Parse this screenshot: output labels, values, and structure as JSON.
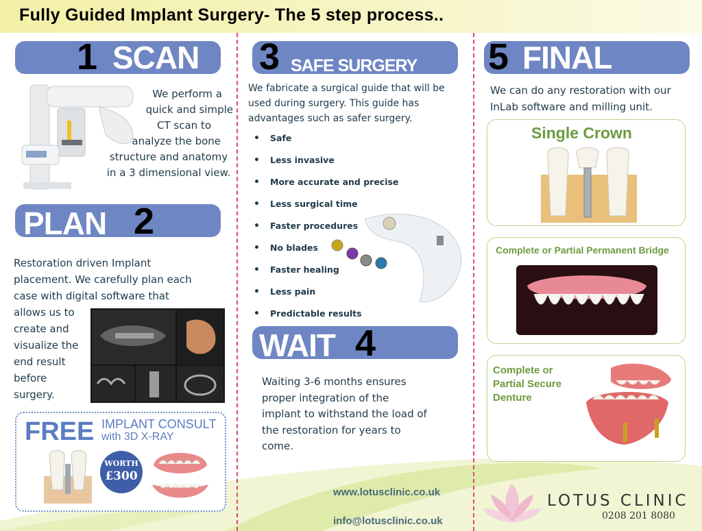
{
  "title": "Fully Guided Implant Surgery- The 5 step process..",
  "steps": {
    "scan": {
      "number": "1",
      "word": "SCAN",
      "text_lines": [
        "We perform a",
        "quick and simple",
        "CT scan to",
        "analyze the bone",
        "structure and anatomy",
        "in a 3 dimensional view."
      ]
    },
    "plan": {
      "number": "2",
      "word": "PLAN",
      "text_lines": [
        "Restoration driven Implant",
        "placement. We carefully plan each",
        "case with digital software that",
        "allows us to",
        "create and",
        "visualize the",
        "end result",
        "before",
        "surgery."
      ]
    },
    "safe_surgery": {
      "number": "3",
      "word": "SAFE SURGERY",
      "text_lines": [
        "We fabricate a surgical guide that will be",
        "used during surgery. This guide has",
        "advantages such as safer surgery."
      ],
      "bullets": [
        "Safe",
        "Less invasive",
        "More accurate and precise",
        "Less surgical time",
        "Faster procedures",
        "No blades",
        "Faster healing",
        "Less pain",
        "Predictable results"
      ]
    },
    "wait": {
      "number": "4",
      "word": "WAIT",
      "text_lines": [
        "Waiting 3-6 months ensures",
        "proper integration of the",
        "implant to withstand the load of",
        "the restoration for years to",
        "come."
      ]
    },
    "final": {
      "number": "5",
      "word": "FINAL",
      "text_lines": [
        "We can do any restoration with our",
        "InLab software and milling unit."
      ],
      "cards": [
        "Single Crown",
        "Complete or Partial Permanent Bridge",
        "Complete or",
        "Partial Secure",
        "Denture"
      ]
    }
  },
  "free_consult": {
    "free": "FREE",
    "line1": "IMPLANT CONSULT",
    "line2": "with 3D X-RAY",
    "worth": "WORTH",
    "price": "£300"
  },
  "contact": {
    "website": "www.lotusclinic.co.uk",
    "email": "info@lotusclinic.co.uk"
  },
  "logo": {
    "name": "LOTUS CLINIC",
    "phone": "0208 201 8080"
  },
  "colors": {
    "banner_blue": "#6f86c4",
    "title_yellow": "#f3f0a8",
    "divider_pink": "#e0447a",
    "card_green": "#6b9b3e"
  }
}
